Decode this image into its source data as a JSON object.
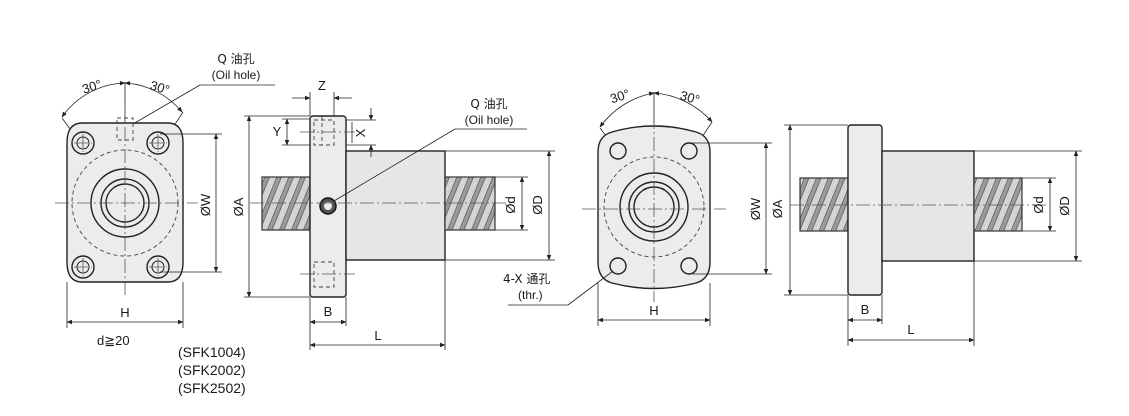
{
  "view1": {
    "angle_left": "30°",
    "angle_right": "30°",
    "dim_w": "ØW",
    "dim_h": "H",
    "note": "d≧20"
  },
  "oil_hole_1": {
    "label": "Q 油孔",
    "label_en": "(Oil hole)"
  },
  "view2": {
    "dim_z": "Z",
    "dim_y": "Y",
    "dim_x": "X",
    "dim_a": "ØA",
    "dim_d_small": "Ød",
    "dim_d_large": "ØD",
    "dim_b": "B",
    "dim_l": "L"
  },
  "oil_hole_2": {
    "label": "Q 油孔",
    "label_en": "(Oil hole)"
  },
  "models": [
    "(SFK1004)",
    "(SFK2002)",
    "(SFK2502)"
  ],
  "view3": {
    "angle_left": "30°",
    "angle_right": "30°",
    "dim_w": "ØW",
    "dim_h": "H",
    "hole_label": "4-X 通孔",
    "hole_label_en": "(thr.)"
  },
  "view4": {
    "dim_a": "ØA",
    "dim_d_small": "Ød",
    "dim_d_large": "ØD",
    "dim_b": "B",
    "dim_l": "L"
  }
}
